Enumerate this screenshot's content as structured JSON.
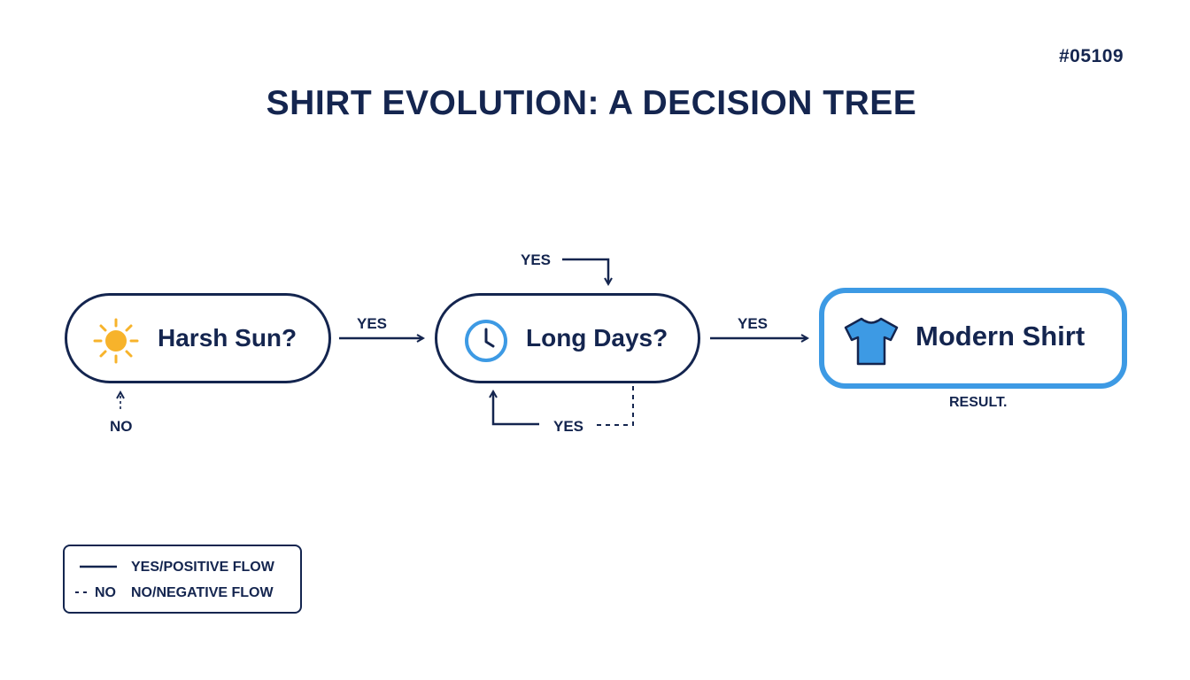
{
  "id_tag": "#05109",
  "title": "SHIRT EVOLUTION: A DECISION TREE",
  "nodes": {
    "harsh_sun": {
      "label": "Harsh Sun?",
      "icon": "sun-icon"
    },
    "long_days": {
      "label": "Long Days?",
      "icon": "clock-icon"
    },
    "modern_shirt": {
      "label": "Modern Shirt",
      "icon": "tshirt-icon",
      "caption": "RESULT."
    }
  },
  "edges": {
    "top_loop_label": "YES",
    "harsh_to_long_label": "YES",
    "long_to_modern_label": "YES",
    "bottom_loop_label": "YES",
    "harsh_no_label": "NO"
  },
  "legend": {
    "solid_label": "YES/POSITIVE FLOW",
    "dashed_marker": "NO",
    "dashed_label": "NO/NEGATIVE FLOW"
  },
  "colors": {
    "navy": "#14254f",
    "accent_blue": "#3d9ae4",
    "sun": "#f7b32b"
  }
}
